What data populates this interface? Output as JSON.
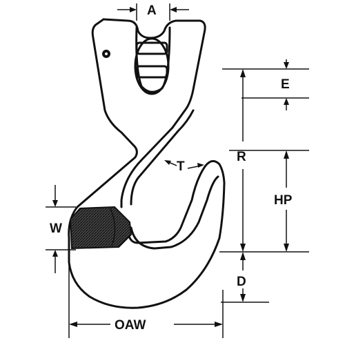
{
  "diagram": {
    "labels": {
      "A": "A",
      "E": "E",
      "R": "R",
      "T": "T",
      "HP": "HP",
      "W": "W",
      "D": "D",
      "OAW": "OAW"
    }
  }
}
